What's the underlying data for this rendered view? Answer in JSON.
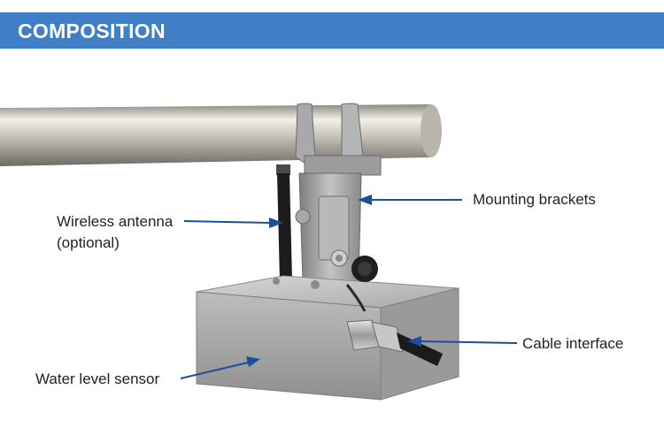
{
  "header": {
    "title": "COMPOSITION",
    "band_color": "#3f7fc8"
  },
  "labels": {
    "mounting_brackets": "Mounting brackets",
    "wireless_antenna": "Wireless antenna",
    "optional": "(optional)",
    "cable_interface": "Cable interface",
    "water_level_sensor": "Water level sensor"
  },
  "colors": {
    "arrow": "#1a4f9c",
    "label_text": "#222222"
  }
}
